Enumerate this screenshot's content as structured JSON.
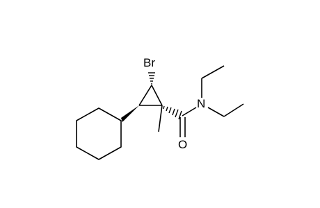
{
  "molecule": {
    "atoms": {
      "bromine": "Br",
      "nitrogen": "N",
      "oxygen": "O"
    },
    "colors": {
      "bond": "#000000",
      "text": "#000000",
      "background": "#ffffff"
    }
  }
}
